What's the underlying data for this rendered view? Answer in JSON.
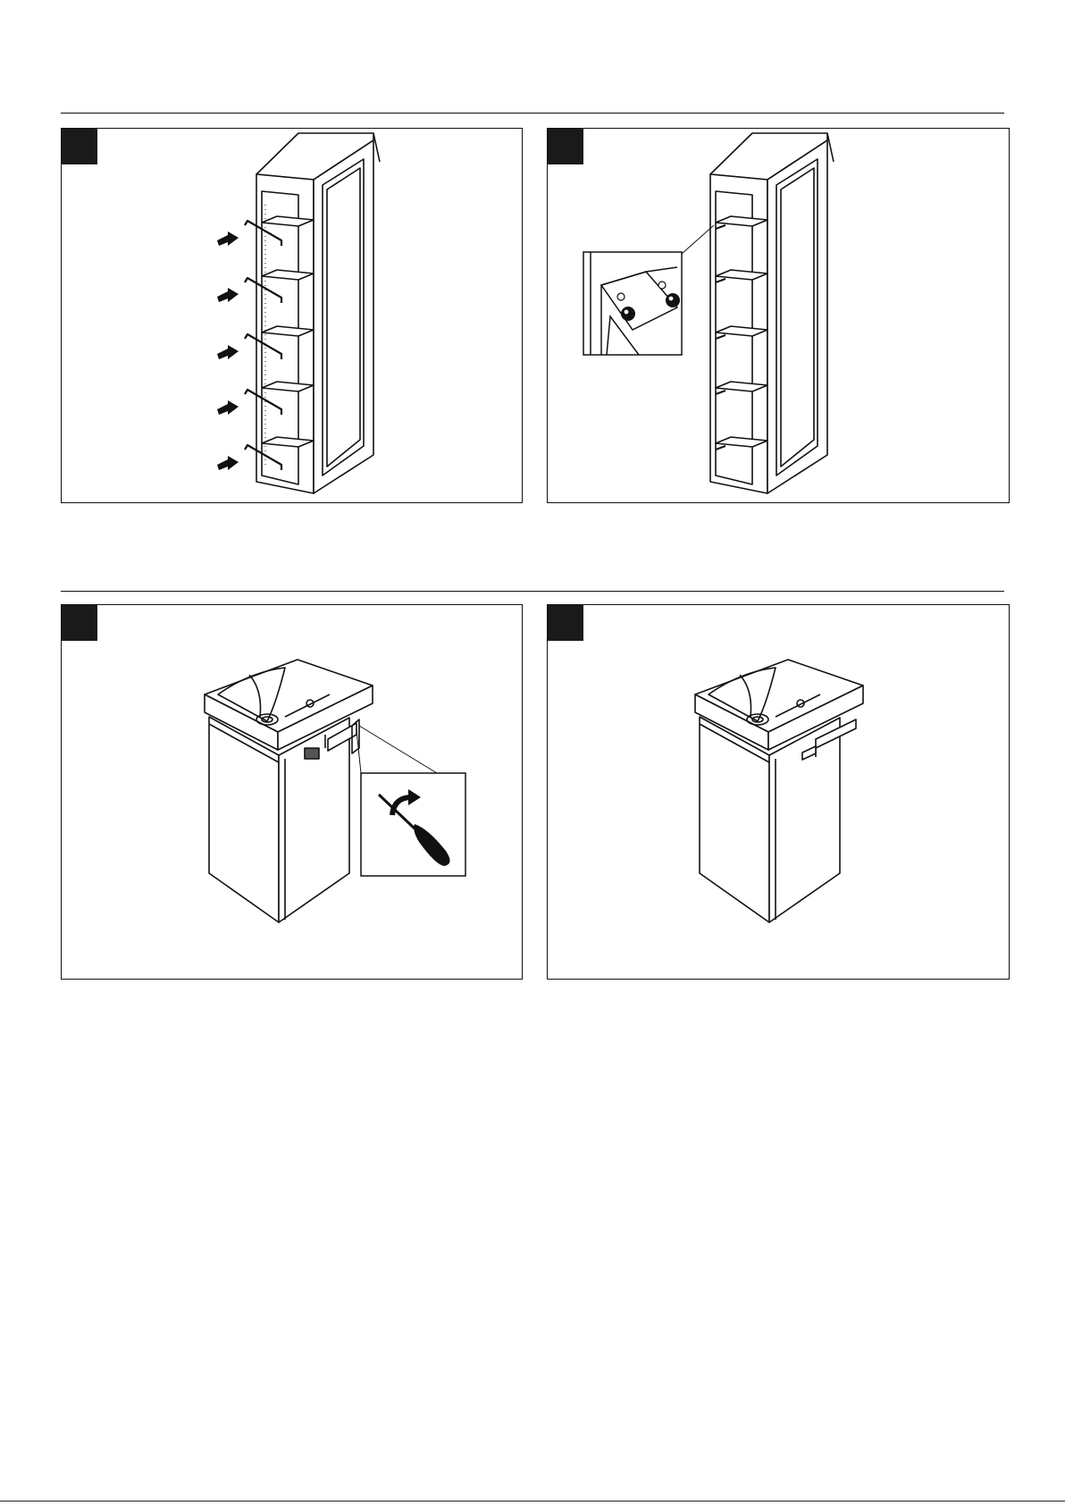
{
  "document": {
    "type": "assembly-instructions",
    "colors": {
      "ink": "#111111",
      "badge": "#1a1a1a",
      "paper": "#ffffff",
      "shade": "#777777"
    }
  },
  "steps": [
    {
      "id": 1,
      "illustration": "tall-cabinet-insert-shelf-supports",
      "arrows": 5
    },
    {
      "id": 2,
      "illustration": "tall-cabinet-shelf-pins-detail",
      "detail_view": true
    },
    {
      "id": 3,
      "illustration": "vanity-basin-handle-screwdriver",
      "tool": "screwdriver-icon"
    },
    {
      "id": 4,
      "illustration": "vanity-basin-handle-mounted"
    }
  ]
}
